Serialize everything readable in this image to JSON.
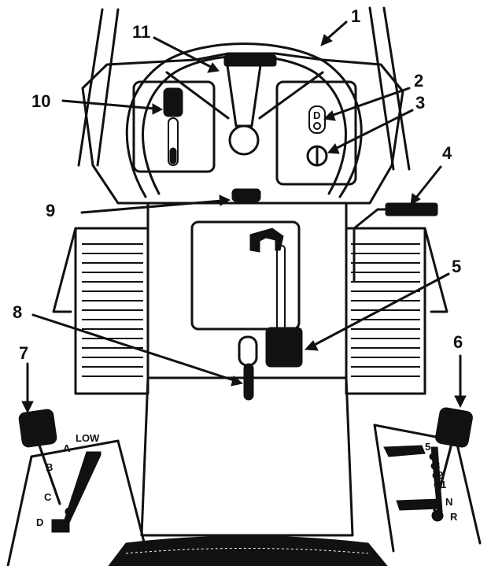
{
  "callouts": [
    "1",
    "2",
    "3",
    "4",
    "5",
    "6",
    "7",
    "8",
    "9",
    "10",
    "11"
  ],
  "left_gate_labels": {
    "low": "LOW",
    "a": "A",
    "b": "B",
    "c": "C",
    "d": "D"
  },
  "right_gate_labels": {
    "g5": "5",
    "g4": "4",
    "g3": "3",
    "g2": "2",
    "g1": "1",
    "n": "N",
    "r": "R"
  },
  "dash_switch_label": "D"
}
